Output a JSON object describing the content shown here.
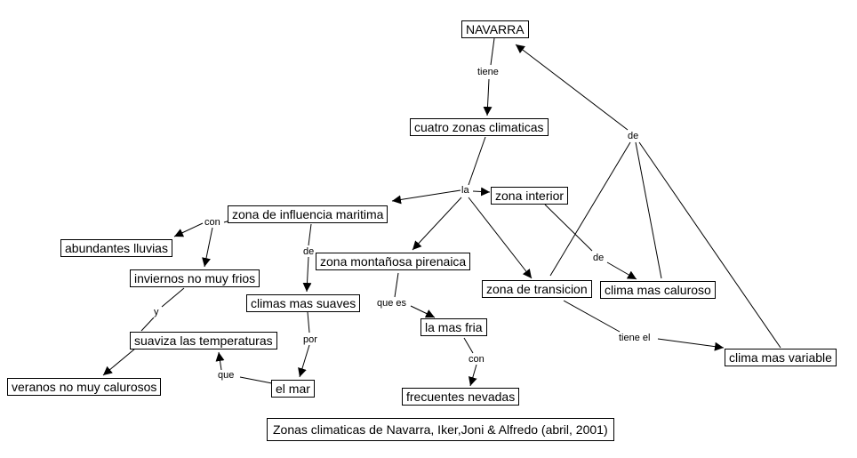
{
  "nodes": {
    "navarra": "NAVARRA",
    "cuatro_zonas": "cuatro zonas climaticas",
    "zona_interior": "zona interior",
    "zona_influencia": "zona de influencia maritima",
    "zona_montanosa": "zona montañosa pirenaica",
    "zona_transicion": "zona de transicion",
    "clima_caluroso": "clima mas caluroso",
    "clima_variable": "clima mas variable",
    "abundantes_lluvias": "abundantes lluvias",
    "inviernos": "inviernos no muy frios",
    "climas_suaves": "climas mas suaves",
    "suaviza": "suaviza las temperaturas",
    "veranos": "veranos no muy calurosos",
    "el_mar": "el mar",
    "mas_fria": "la mas fria",
    "nevadas": "frecuentes nevadas",
    "footer": "Zonas climaticas de Navarra, Iker,Joni & Alfredo (abril, 2001)"
  },
  "links": {
    "tiene": "tiene",
    "la": "la",
    "de_nav": "de",
    "con1": "con",
    "de_inf": "de",
    "y": "y",
    "por": "por",
    "que": "que",
    "que_es": "que es",
    "con2": "con",
    "de_int": "de",
    "tiene_el": "tiene el"
  }
}
